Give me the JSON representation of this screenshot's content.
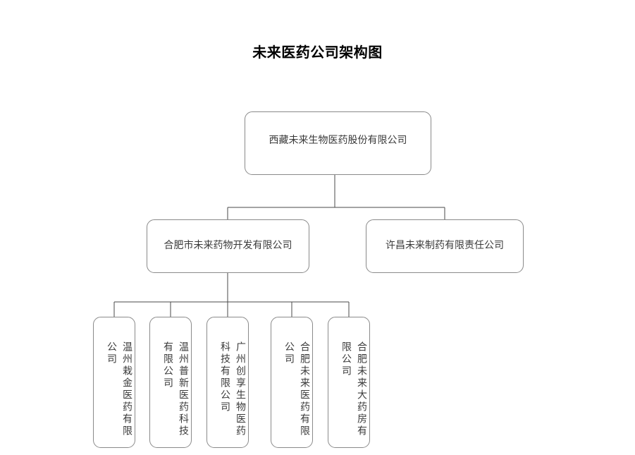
{
  "title": "未来医药公司架构图",
  "theme": {
    "background": "#ffffff",
    "box_border": "#8a8a8a",
    "line_color": "#4a4a4a",
    "text_color": "#3a3a3a",
    "title_color": "#000000"
  },
  "org_chart": {
    "type": "diagram",
    "diagram_kind": "organization-chart",
    "orientation": "top-down",
    "levels": 3,
    "root": {
      "label": "西藏未来生物医药股份有限公司",
      "level": 1
    },
    "level2": [
      {
        "label": "合肥市未来药物开发有限公司",
        "level": 2,
        "children_count": 5
      },
      {
        "label": "许昌未来制药有限责任公司",
        "level": 2,
        "children_count": 0
      }
    ],
    "level3": [
      {
        "label": "温州栽金医药有限公司",
        "level": 3,
        "parent": "合肥市未来药物开发有限公司"
      },
      {
        "label": "温州普新医药科技有限公司",
        "level": 3,
        "parent": "合肥市未来药物开发有限公司"
      },
      {
        "label": "广州创享生物医药科技有限公司",
        "level": 3,
        "parent": "合肥市未来药物开发有限公司"
      },
      {
        "label": "合肥未来医药有限公司",
        "level": 3,
        "parent": "合肥市未来药物开发有限公司"
      },
      {
        "label": "合肥未来大药房有限公司",
        "level": 3,
        "parent": "合肥市未来药物开发有限公司"
      }
    ]
  }
}
